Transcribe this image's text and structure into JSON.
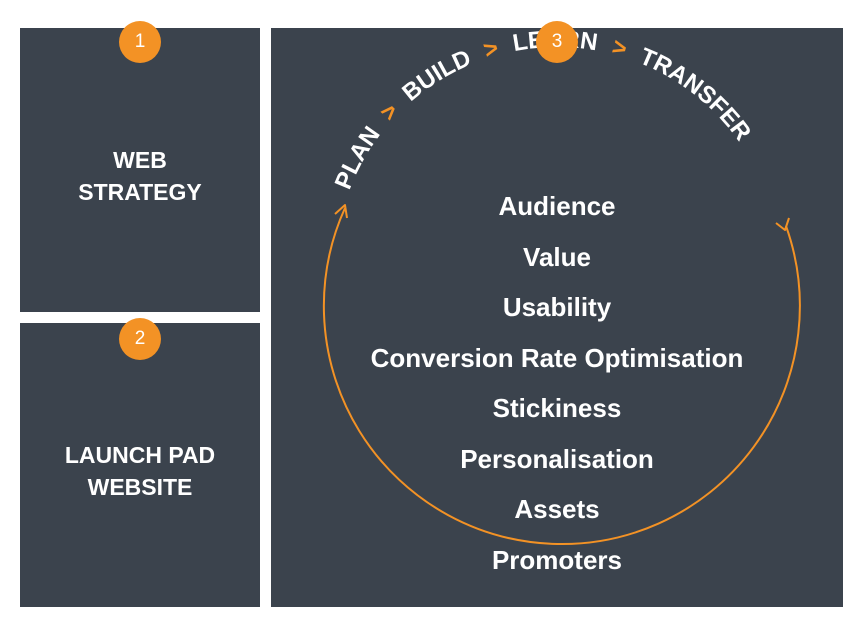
{
  "colors": {
    "panel": "#3b434d",
    "accent": "#f39225",
    "text": "#ffffff"
  },
  "panels": [
    {
      "badge": "1",
      "title_lines": [
        "WEB",
        "STRATEGY"
      ]
    },
    {
      "badge": "2",
      "title_lines": [
        "LAUNCH PAD",
        "WEBSITE"
      ]
    },
    {
      "badge": "3"
    }
  ],
  "cycle": {
    "steps": [
      "PLAN",
      "BUILD",
      "LEARN",
      "TRANSFER"
    ],
    "separator": ">",
    "items": [
      "Audience",
      "Value",
      "Usability",
      "Conversion Rate Optimisation",
      "Stickiness",
      "Personalisation",
      "Assets",
      "Promoters"
    ]
  }
}
